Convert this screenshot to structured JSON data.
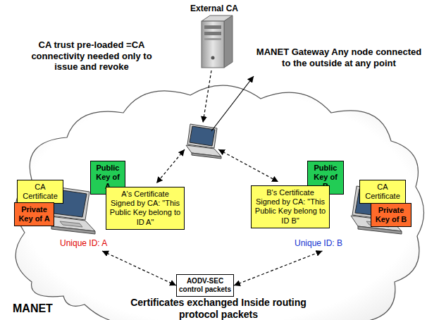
{
  "diagram": {
    "nodes": [
      {
        "text": [
          "Unique ID: A"
        ]
      },
      {
        "text": [
          "CA Certificate"
        ]
      },
      {
        "text": [
          "Public Key of A"
        ]
      },
      {
        "text": [
          "Private Key of A"
        ]
      },
      {
        "text": [
          "A's Certificate Signed by CA: \"This Public Key belong to ID A\""
        ]
      },
      {
        "text": [
          "Unique ID: B"
        ]
      },
      {
        "text": [
          "Public Key of B"
        ]
      },
      {
        "text": [
          "B's Certificate Signed by CA: \"This Public Key belong to ID B\""
        ]
      },
      {
        "text": [
          "CA Certificate"
        ]
      },
      {
        "text": [
          "Private Key of B"
        ]
      },
      {
        "text": [
          "AODV-SEC control packets"
        ]
      }
    ],
    "edges": [
      {
        "from": 0,
        "to": 10,
        "arrow": "both"
      },
      {
        "from": 10,
        "to": 5,
        "arrow": "both"
      }
    ],
    "labels": [
      "External CA",
      "CA trust pre-loaded =CA connectivity needed only to issue and revoke",
      "MANET Gateway Any node connected to the outside at any point",
      "Certificates exchanged Inside routing protocol packets",
      "MANET"
    ]
  }
}
